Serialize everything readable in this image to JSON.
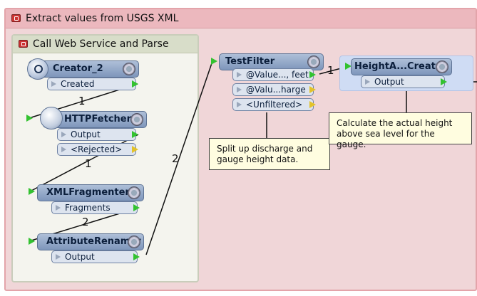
{
  "bookmarks": {
    "outer_title": "Extract values from USGS XML",
    "inner_title": "Call Web Service and Parse"
  },
  "transformers": {
    "creator": {
      "name": "Creator_2",
      "port": "Created"
    },
    "httpfetcher": {
      "name": "HTTPFetcher",
      "port_output": "Output",
      "port_rejected": "<Rejected>"
    },
    "xmlfragmenter": {
      "name": "XMLFragmenter",
      "port": "Fragments"
    },
    "attributerenamer": {
      "name": "AttributeRenamer",
      "port": "Output"
    },
    "testfilter": {
      "name": "TestFilter",
      "port_1": "@Value..., feet",
      "port_2": "@Valu...harge",
      "port_3": "<Unfiltered>"
    },
    "heightcreator": {
      "name": "HeightA...Creator",
      "port": "Output"
    }
  },
  "connections": {
    "c1": "1",
    "c2": "1",
    "c3": "2",
    "c4": "2",
    "c5": "1"
  },
  "annotations": {
    "split_note": "Split up discharge and gauge height data.",
    "height_note": "Calculate the actual height above sea level for the gauge."
  },
  "colors": {
    "bookmark_outer": "#f0d6d8",
    "bookmark_inner": "#f4f4ee",
    "transformer": "#8fa6c8",
    "output_port_green": "#33c230",
    "rejected_port_yellow": "#e2c22b"
  }
}
